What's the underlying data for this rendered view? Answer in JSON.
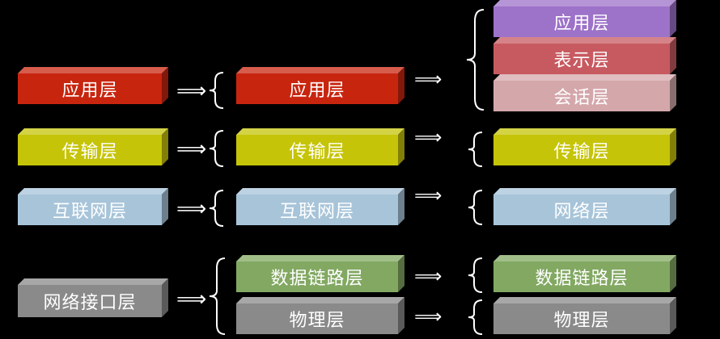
{
  "colors": {
    "red": "#c8250f",
    "yellow": "#c6c408",
    "lightblue": "#a7c4d9",
    "gray": "#8a8a8a",
    "green": "#82a862",
    "purple": "#9d72c9",
    "rose": "#c75a60",
    "pink": "#d4a7ab",
    "background": "#000000",
    "text": "#ffffff"
  },
  "columns": {
    "tcpip": {
      "layers": [
        {
          "label": "应用层",
          "color": "red"
        },
        {
          "label": "传输层",
          "color": "yellow"
        },
        {
          "label": "互联网层",
          "color": "lightblue"
        },
        {
          "label": "网络接口层",
          "color": "gray"
        }
      ]
    },
    "middle": {
      "layers": [
        {
          "label": "应用层",
          "color": "red"
        },
        {
          "label": "传输层",
          "color": "yellow"
        },
        {
          "label": "互联网层",
          "color": "lightblue"
        },
        {
          "label": "数据链路层",
          "color": "green"
        },
        {
          "label": "物理层",
          "color": "gray"
        }
      ]
    },
    "osi": {
      "layers": [
        {
          "label": "应用层",
          "color": "purple"
        },
        {
          "label": "表示层",
          "color": "rose"
        },
        {
          "label": "会话层",
          "color": "pink"
        },
        {
          "label": "传输层",
          "color": "yellow"
        },
        {
          "label": "网络层",
          "color": "lightblue"
        },
        {
          "label": "数据链路层",
          "color": "green"
        },
        {
          "label": "物理层",
          "color": "gray"
        }
      ]
    }
  },
  "symbols": {
    "arrow": "⟹",
    "brace": "{"
  }
}
